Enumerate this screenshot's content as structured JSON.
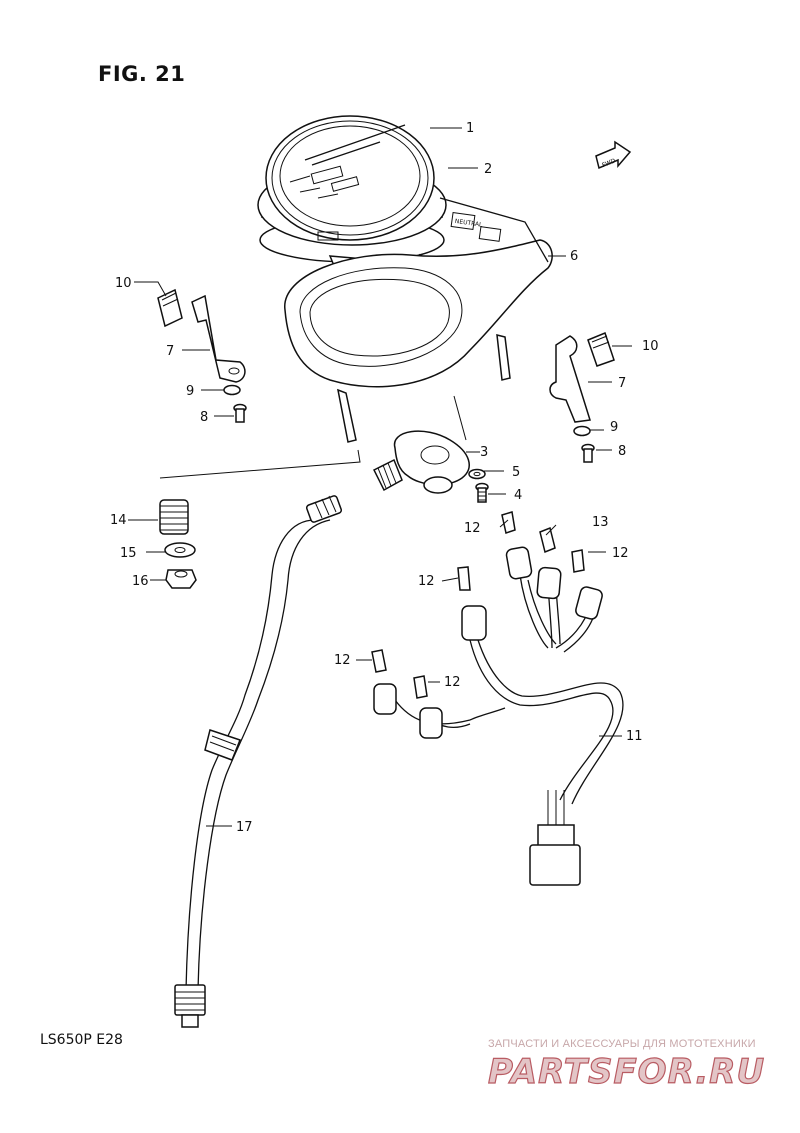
{
  "header": {
    "figure_title": "FIG. 21"
  },
  "footer": {
    "model_code": "LS650P  E28",
    "watermark_text": "ЗАПЧАСТИ И АКСЕССУАРЫ ДЛЯ МОТОТЕХНИКИ",
    "watermark_logo": "PARTSFOR.RU"
  },
  "direction_label": "FWD",
  "callouts": [
    {
      "id": "c1",
      "label": "1"
    },
    {
      "id": "c2",
      "label": "2"
    },
    {
      "id": "c3",
      "label": "3"
    },
    {
      "id": "c4",
      "label": "4"
    },
    {
      "id": "c5",
      "label": "5"
    },
    {
      "id": "c6",
      "label": "6"
    },
    {
      "id": "c7a",
      "label": "7"
    },
    {
      "id": "c7b",
      "label": "7"
    },
    {
      "id": "c8a",
      "label": "8"
    },
    {
      "id": "c8b",
      "label": "8"
    },
    {
      "id": "c9a",
      "label": "9"
    },
    {
      "id": "c9b",
      "label": "9"
    },
    {
      "id": "c10a",
      "label": "10"
    },
    {
      "id": "c10b",
      "label": "10"
    },
    {
      "id": "c11",
      "label": "11"
    },
    {
      "id": "c12a",
      "label": "12"
    },
    {
      "id": "c12b",
      "label": "12"
    },
    {
      "id": "c12c",
      "label": "12"
    },
    {
      "id": "c12d",
      "label": "12"
    },
    {
      "id": "c12e",
      "label": "12"
    },
    {
      "id": "c13",
      "label": "13"
    },
    {
      "id": "c14",
      "label": "14"
    },
    {
      "id": "c15",
      "label": "15"
    },
    {
      "id": "c16",
      "label": "16"
    },
    {
      "id": "c17",
      "label": "17"
    }
  ],
  "colors": {
    "line": "#111111",
    "watermark": "#b95c63"
  }
}
